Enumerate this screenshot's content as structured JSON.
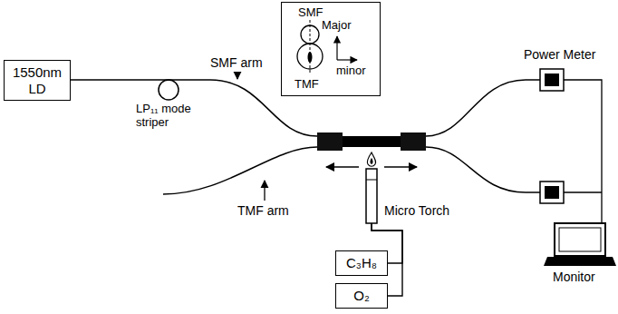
{
  "diagram": {
    "nodes": [
      {
        "text": [
          "1550nm LD"
        ]
      },
      {
        "text": [
          "SMF",
          "TMF",
          "Major",
          "minor"
        ]
      },
      {
        "text": [
          "Micro Torch"
        ]
      },
      {
        "text": [
          "C₃H₈"
        ]
      },
      {
        "text": [
          "O₂"
        ]
      }
    ],
    "edges": [
      {
        "from": 2,
        "to": 3,
        "arrow": "none"
      },
      {
        "from": 2,
        "to": 4,
        "arrow": "none"
      }
    ],
    "labels": [
      "LP₁₁ mode striper",
      "SMF arm",
      "TMF arm",
      "Power Meter",
      "Monitor"
    ]
  }
}
